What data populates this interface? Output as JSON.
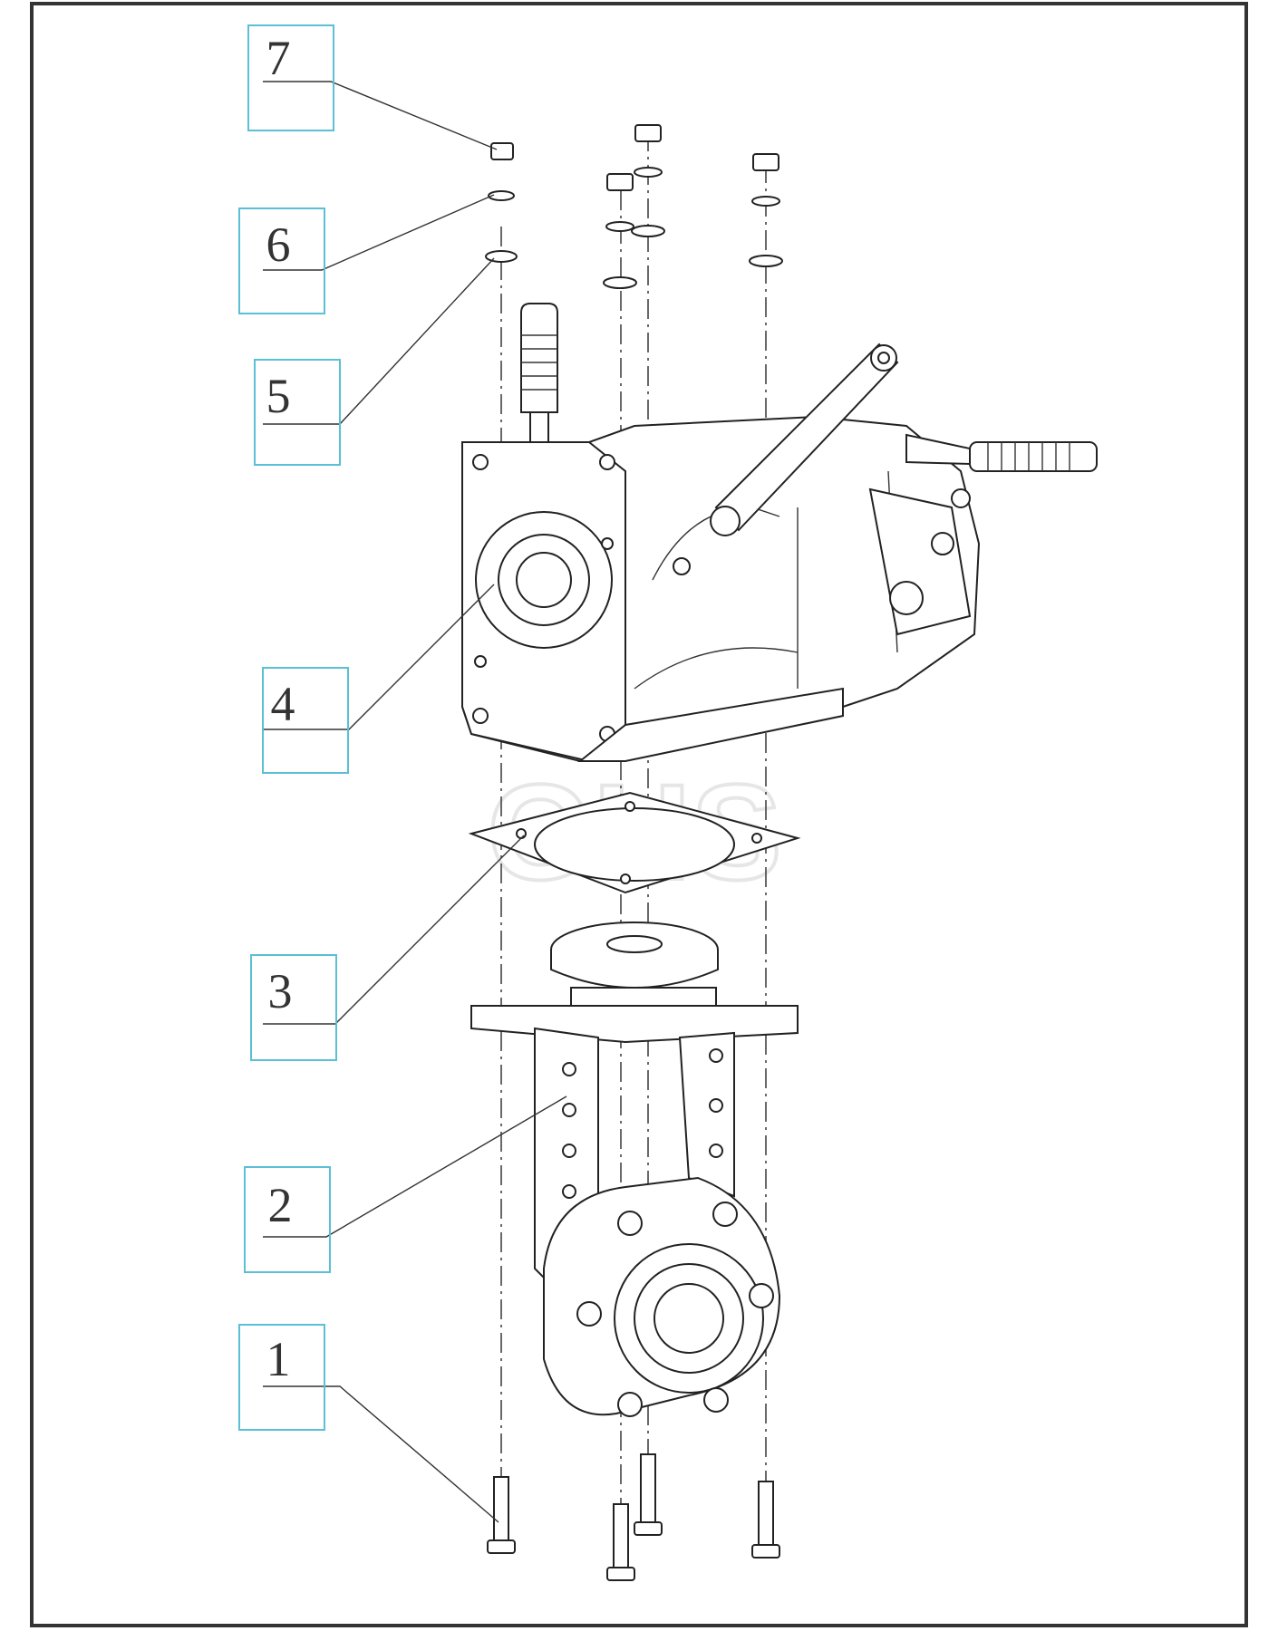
{
  "callouts": [
    {
      "number": "7"
    },
    {
      "number": "6"
    },
    {
      "number": "5"
    },
    {
      "number": "4"
    },
    {
      "number": "3"
    },
    {
      "number": "2"
    },
    {
      "number": "1"
    }
  ],
  "housing_brand": "",
  "watermark": "GHS",
  "colors": {
    "callout_box": "#5bbfd6",
    "line": "#222222",
    "frame": "#333333"
  }
}
